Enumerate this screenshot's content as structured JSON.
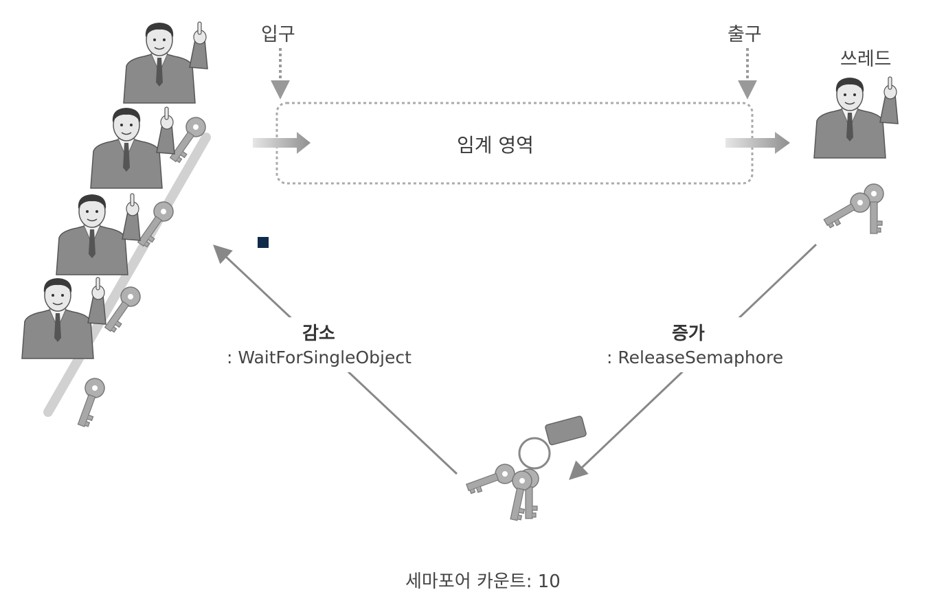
{
  "labels": {
    "entry": "입구",
    "exit": "출구",
    "thread": "쓰레드",
    "critical_section": "임계 영역",
    "decrease": "감소",
    "decrease_fn": ": WaitForSingleObject",
    "increase": "증가",
    "increase_fn": ": ReleaseSemaphore",
    "semaphore_count": "세마포어 카운트: 10"
  },
  "colors": {
    "line": "#888888",
    "arrow_fill": "#9a9a9a",
    "box_border": "#aaaaaa",
    "figure_suit": "#8a8a8a",
    "figure_skin": "#e6e6e6",
    "key": "#a8a8a8",
    "marker": "#0f2a4a"
  },
  "icons": {
    "person": "person-icon",
    "key": "key-icon",
    "waiting_threads": "waiting-threads-figure",
    "semaphore_keys": "key-ring-icon"
  }
}
